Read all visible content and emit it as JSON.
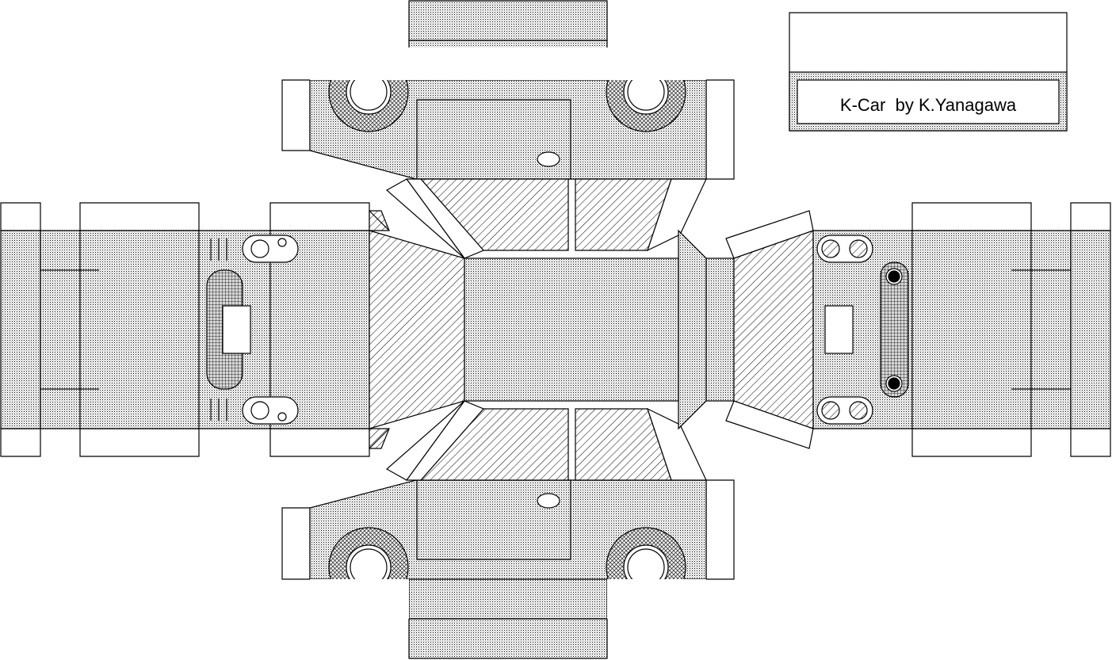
{
  "template": {
    "title": "K-Car  by K.Yanagawa",
    "subject": "paper craft car template",
    "author": "K.Yanagawa"
  },
  "colors": {
    "outline": "#000000",
    "paper": "#ffffff",
    "body_fill": "#e6e6e6",
    "hatch": "#000000",
    "wheel": "#000000",
    "grille": "#c8c8c8"
  },
  "icons": {
    "headlight": "round-lamp",
    "taillight": "hatched-lamp",
    "wheel": "tire-with-hub",
    "grille": "checkered-grille",
    "door_handle": "oval-handle"
  }
}
